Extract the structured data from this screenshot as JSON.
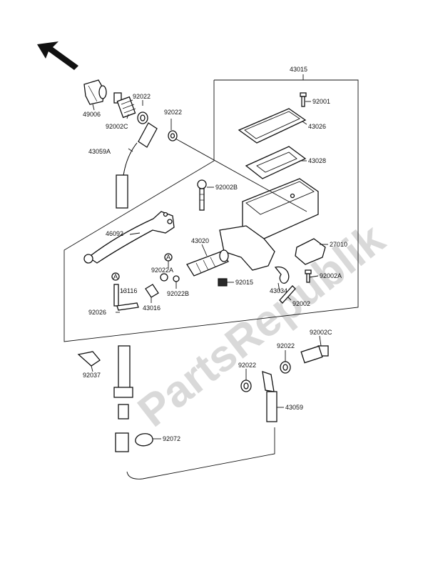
{
  "watermark": "PartsRepublik",
  "callouts": {
    "a_top": "A",
    "a_bottom": "A"
  },
  "labels": {
    "p43015": "43015",
    "p49006": "49006",
    "p92022_1": "92022",
    "p92002c_1": "92002C",
    "p92022_2": "92022",
    "p92001": "92001",
    "p43026": "43026",
    "p43059a": "43059A",
    "p43028": "43028",
    "p92002b": "92002B",
    "p46092": "46092",
    "p43020": "43020",
    "p27010": "27010",
    "p92022a": "92022A",
    "p92015": "92015",
    "p92002a": "92002A",
    "p92022b": "92022B",
    "p13116": "13116",
    "p43034": "43034",
    "p92002": "92002",
    "p43016": "43016",
    "p92026": "92026",
    "p92002c_2": "92002C",
    "p92022_3": "92022",
    "p92037": "92037",
    "p92022_4": "92022",
    "p43059": "43059",
    "p92072": "92072"
  }
}
